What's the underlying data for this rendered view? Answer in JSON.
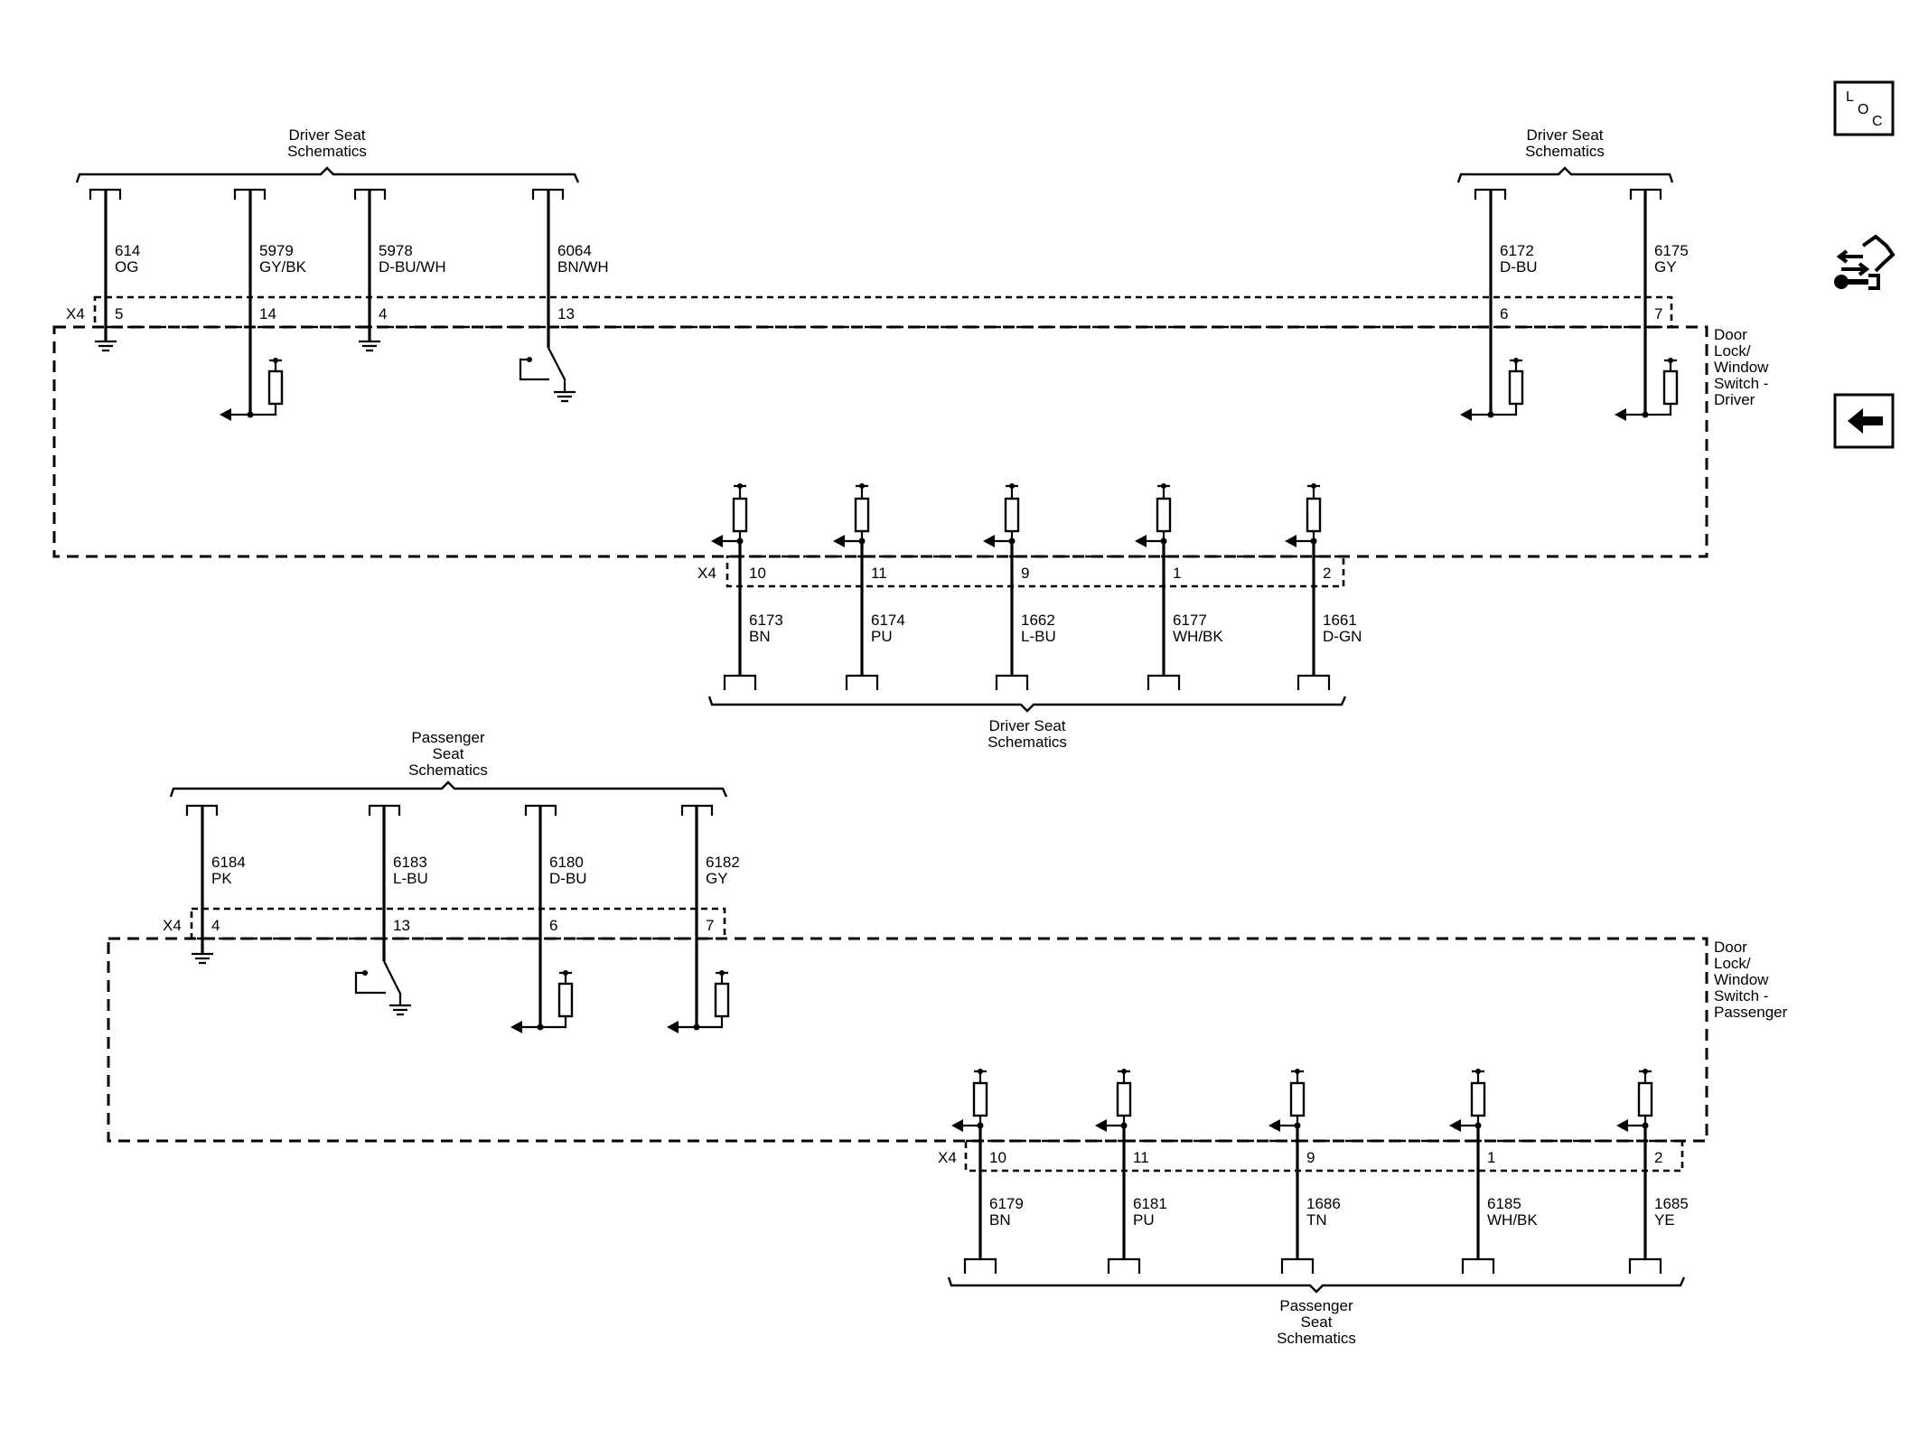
{
  "icons": {
    "loc": {
      "letters": [
        "L",
        "O",
        "C"
      ]
    },
    "components_icon": "connector-wrench-icon",
    "back_icon": "arrow-left-icon"
  },
  "modules": {
    "driver": {
      "label_lines": [
        "Door",
        "Lock/",
        "Window",
        "Switch -",
        "Driver"
      ]
    },
    "passenger": {
      "label_lines": [
        "Door",
        "Lock/",
        "Window",
        "Switch -",
        "Passenger"
      ]
    }
  },
  "groups": {
    "driver_top_left": {
      "title_lines": [
        "Driver Seat",
        "Schematics"
      ],
      "connector": "X4",
      "wires": [
        {
          "circuit": "614",
          "color": "OG",
          "pin": "5"
        },
        {
          "circuit": "5979",
          "color": "GY/BK",
          "pin": "14"
        },
        {
          "circuit": "5978",
          "color": "D-BU/WH",
          "pin": "4"
        },
        {
          "circuit": "6064",
          "color": "BN/WH",
          "pin": "13"
        }
      ]
    },
    "driver_top_right": {
      "title_lines": [
        "Driver Seat",
        "Schematics"
      ],
      "wires": [
        {
          "circuit": "6172",
          "color": "D-BU",
          "pin": "6"
        },
        {
          "circuit": "6175",
          "color": "GY",
          "pin": "7"
        }
      ]
    },
    "driver_bottom": {
      "title_lines": [
        "Driver Seat",
        "Schematics"
      ],
      "connector": "X4",
      "wires": [
        {
          "circuit": "6173",
          "color": "BN",
          "pin": "10"
        },
        {
          "circuit": "6174",
          "color": "PU",
          "pin": "11"
        },
        {
          "circuit": "1662",
          "color": "L-BU",
          "pin": "9"
        },
        {
          "circuit": "6177",
          "color": "WH/BK",
          "pin": "1"
        },
        {
          "circuit": "1661",
          "color": "D-GN",
          "pin": "2"
        }
      ]
    },
    "passenger_top": {
      "title_lines": [
        "Passenger",
        "Seat",
        "Schematics"
      ],
      "connector": "X4",
      "wires": [
        {
          "circuit": "6184",
          "color": "PK",
          "pin": "4"
        },
        {
          "circuit": "6183",
          "color": "L-BU",
          "pin": "13"
        },
        {
          "circuit": "6180",
          "color": "D-BU",
          "pin": "6"
        },
        {
          "circuit": "6182",
          "color": "GY",
          "pin": "7"
        }
      ]
    },
    "passenger_bottom": {
      "title_lines": [
        "Passenger",
        "Seat",
        "Schematics"
      ],
      "connector": "X4",
      "wires": [
        {
          "circuit": "6179",
          "color": "BN",
          "pin": "10"
        },
        {
          "circuit": "6181",
          "color": "PU",
          "pin": "11"
        },
        {
          "circuit": "1686",
          "color": "TN",
          "pin": "9"
        },
        {
          "circuit": "6185",
          "color": "WH/BK",
          "pin": "1"
        },
        {
          "circuit": "1685",
          "color": "YE",
          "pin": "2"
        }
      ]
    }
  }
}
